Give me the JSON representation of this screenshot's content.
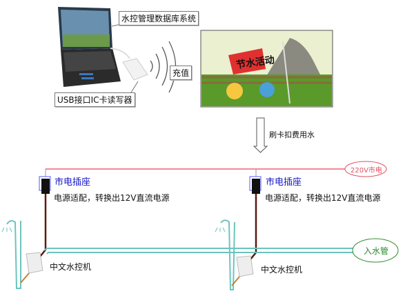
{
  "labels": {
    "software": "水控管理数据库系统",
    "recharge": "充值",
    "reader": "USB接口IC卡读写器",
    "poster_flag": "节水活动",
    "swipe": "刷卡扣费用水",
    "mains": "220V市电",
    "socket_1": "市电插座",
    "socket_2": "市电插座",
    "adapter_1": "电源适配，转换出12V直流电源",
    "adapter_2": "电源适配，转换出12V直流电源",
    "controller_1": "中文水控机",
    "controller_2": "中文水控机",
    "inlet": "入水管"
  },
  "colors": {
    "power_line": "#f06070",
    "water_pipe": "#6cc4bc",
    "socket_text": "#1515c8",
    "inlet_text": "#2a8a2a"
  }
}
